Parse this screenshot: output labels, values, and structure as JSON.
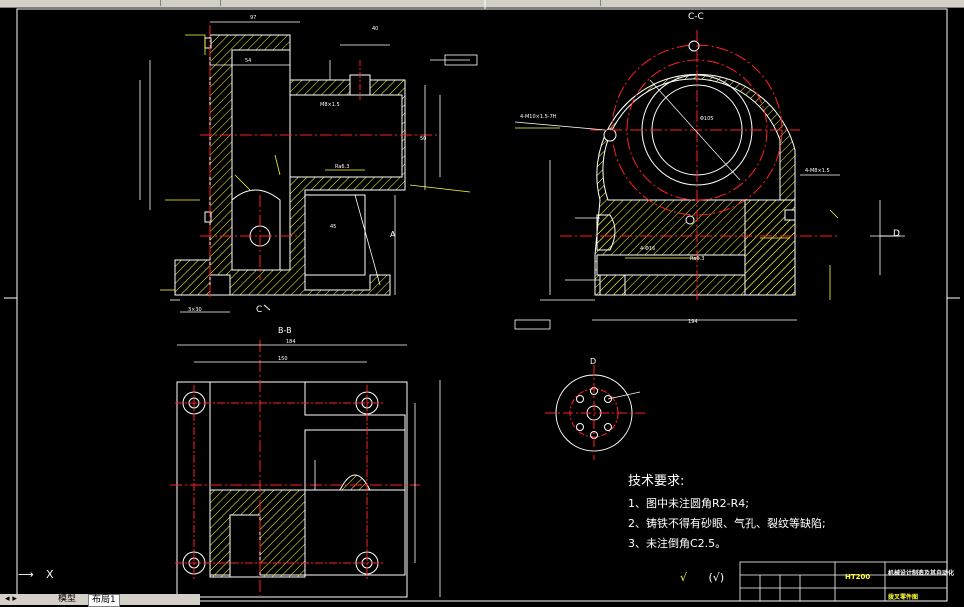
{
  "app": {
    "layout_tabs": [
      "模型",
      "布局1"
    ]
  },
  "views": {
    "section_cc": "C-C",
    "section_bb": "B-B",
    "view_d_top": "D",
    "view_d_arrow": "D",
    "cut_c": "C"
  },
  "tech_requirements": {
    "title": "技术要求:",
    "items": [
      "1、图中未注圆角R2-R4;",
      "2、铸铁不得有砂眼、气孔、裂纹等缺陷;",
      "3、未注倒角C2.5。"
    ]
  },
  "surface_finish": "(√)",
  "title_block": {
    "material": "HT200",
    "drawing_name": "机械设计制造及其自动化",
    "part_name": "拨叉零件图"
  },
  "ucs_label": "X",
  "colors": {
    "background": "#000000",
    "outline": "#ffffff",
    "center_line": "#ff2020",
    "dimension": "#ffff33",
    "hatch": "#ffff33",
    "circle_red": "#ff2020"
  }
}
